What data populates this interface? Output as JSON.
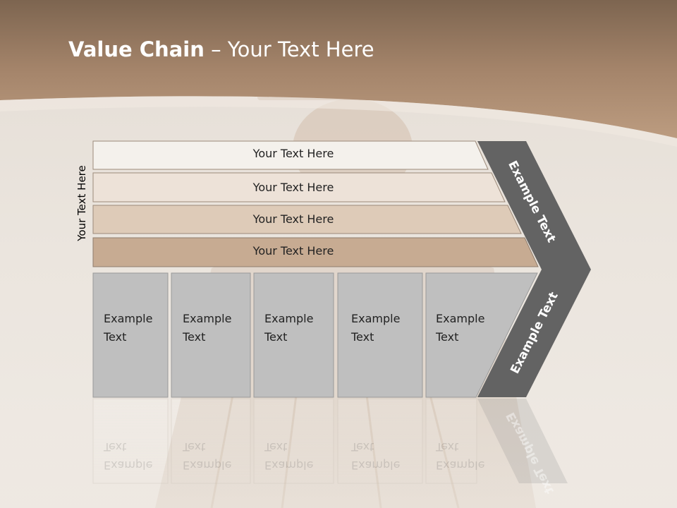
{
  "title": {
    "bold": "Value Chain",
    "rest": " – Your Text Here"
  },
  "side_label": "Your Text Here",
  "rows": [
    "Your Text Here",
    "Your Text Here",
    "Your Text Here",
    "Your Text Here"
  ],
  "boxes": [
    {
      "line1": "Example",
      "line2": "Text"
    },
    {
      "line1": "Example",
      "line2": "Text"
    },
    {
      "line1": "Example",
      "line2": "Text"
    },
    {
      "line1": "Example",
      "line2": "Text"
    },
    {
      "line1": "Example",
      "line2": "Text"
    }
  ],
  "chevron": {
    "upper": "Example Text",
    "lower": "Example Text"
  },
  "colors": {
    "header": "#a3836a",
    "row1": "#f4f1ec",
    "row2": "#ede2d8",
    "row3": "#decbb8",
    "row4": "#c7ab92",
    "box": "#bfbfbf",
    "chevron": "#636363"
  }
}
